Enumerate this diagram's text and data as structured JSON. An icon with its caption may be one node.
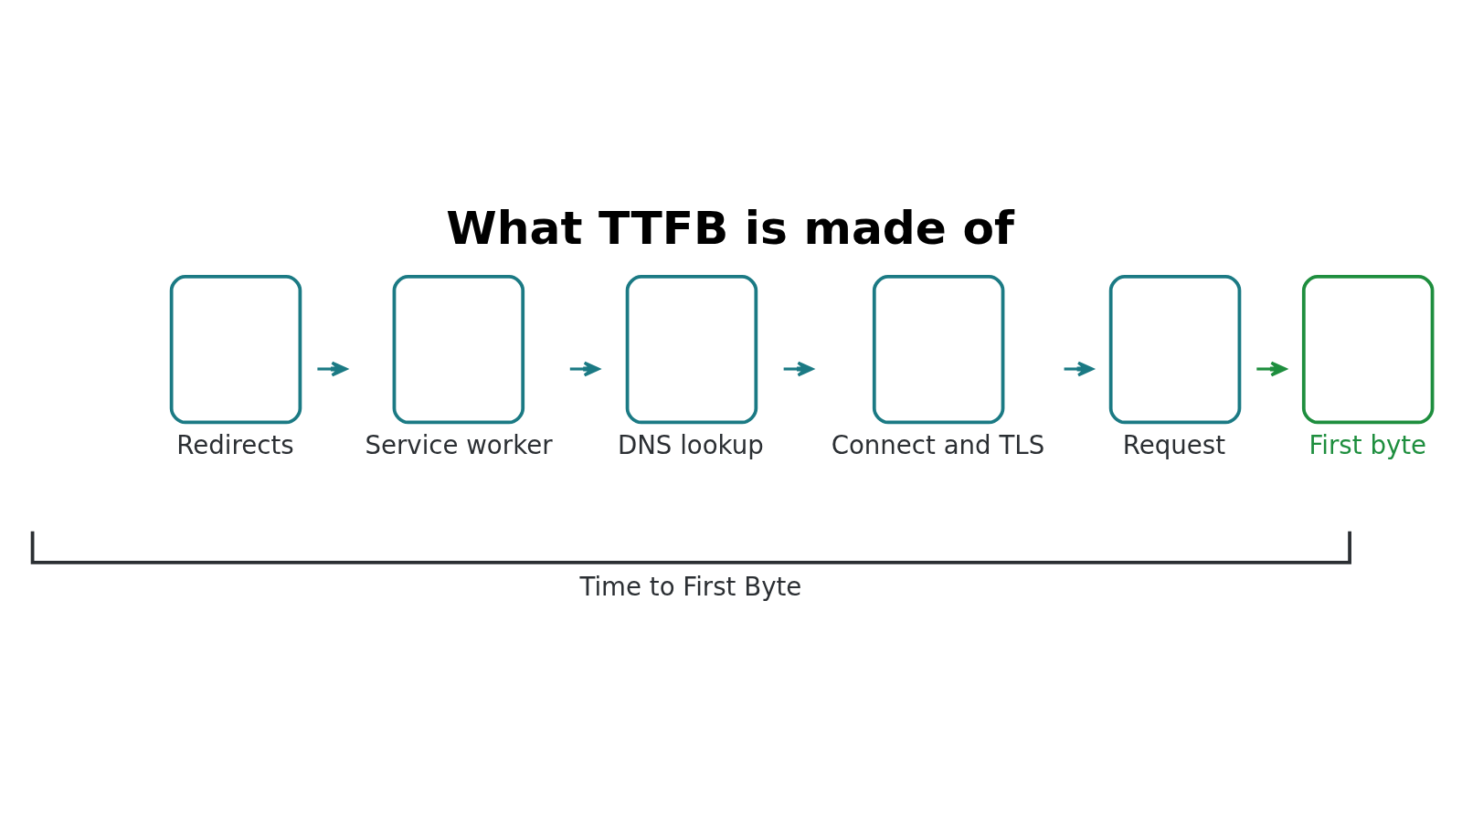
{
  "diagram": {
    "title": "What TTFB is made of",
    "nodes": [
      {
        "text": [
          "Redirects"
        ]
      },
      {
        "text": [
          "Service worker"
        ]
      },
      {
        "text": [
          "DNS lookup"
        ]
      },
      {
        "text": [
          "Connect and TLS"
        ]
      },
      {
        "text": [
          "Request"
        ]
      },
      {
        "text": [
          "First byte"
        ]
      }
    ],
    "edges": [
      {
        "from": 0,
        "to": 1,
        "arrow": "to"
      },
      {
        "from": 1,
        "to": 2,
        "arrow": "to"
      },
      {
        "from": 2,
        "to": 3,
        "arrow": "to"
      },
      {
        "from": 3,
        "to": 4,
        "arrow": "to"
      },
      {
        "from": 4,
        "to": 5,
        "arrow": "to",
        "color": "#1e8e3e"
      }
    ],
    "labels": [
      "Time to First Byte"
    ]
  }
}
